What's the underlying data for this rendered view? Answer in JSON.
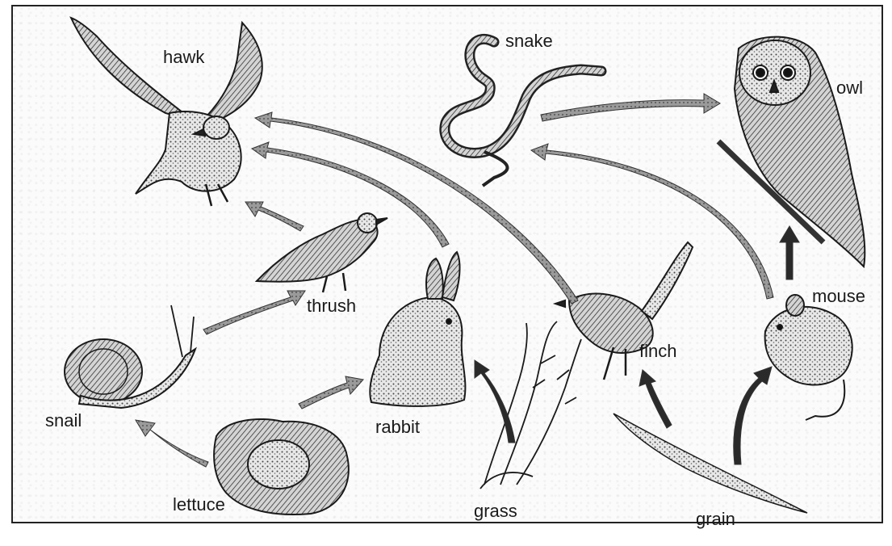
{
  "organisms": {
    "hawk": "hawk",
    "snake": "snake",
    "owl": "owl",
    "thrush": "thrush",
    "mouse": "mouse",
    "snail": "snail",
    "rabbit": "rabbit",
    "finch": "finch",
    "lettuce": "lettuce",
    "grass": "grass",
    "grain": "grain"
  },
  "feeding_relations": [
    {
      "from": "lettuce",
      "to": "snail"
    },
    {
      "from": "lettuce",
      "to": "rabbit"
    },
    {
      "from": "grass",
      "to": "rabbit"
    },
    {
      "from": "grain",
      "to": "finch"
    },
    {
      "from": "grain",
      "to": "mouse"
    },
    {
      "from": "snail",
      "to": "thrush"
    },
    {
      "from": "thrush",
      "to": "hawk"
    },
    {
      "from": "rabbit",
      "to": "hawk"
    },
    {
      "from": "finch",
      "to": "hawk"
    },
    {
      "from": "mouse",
      "to": "snake"
    },
    {
      "from": "mouse",
      "to": "owl"
    },
    {
      "from": "snake",
      "to": "owl"
    }
  ],
  "colors": {
    "arrow": "#8a8a8a",
    "arrow_dark": "#2a2a2a",
    "ink": "#1a1a1a"
  }
}
